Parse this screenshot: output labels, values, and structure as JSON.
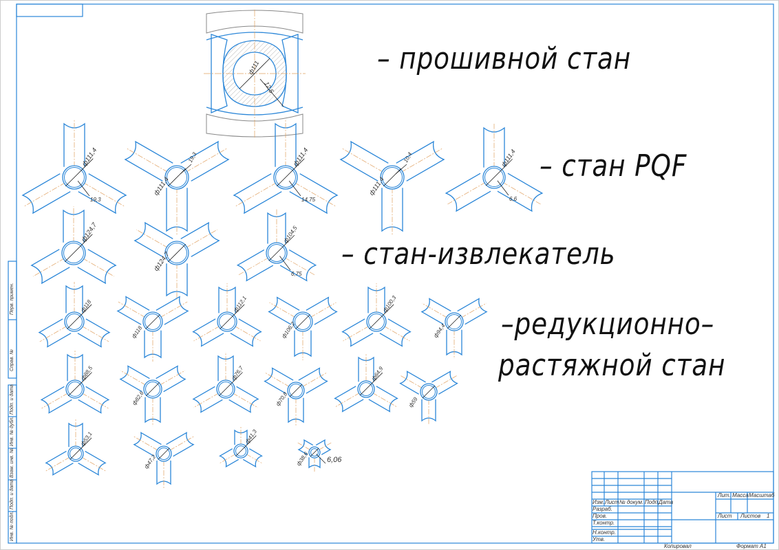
{
  "labels": {
    "piercing": "– прошивной стан",
    "pqf": "– стан PQF",
    "extractor": "– стан-извлекатель",
    "reducing_1": "–редукционно–",
    "reducing_2": "растяжной стан"
  },
  "colors": {
    "outline": "#2a86d8",
    "centerline": "#e0a060",
    "roll_gray": "#888888",
    "dimension": "#222222"
  },
  "piercing_stand": {
    "diameter": "ф111",
    "wall": "12,5"
  },
  "stands": {
    "pqf": [
      {
        "dia": "ф111,4",
        "wall": "19,3"
      },
      {
        "dia": "ф111,4",
        "wall": "19,3"
      },
      {
        "dia": "ф111,4",
        "wall": "14,75"
      },
      {
        "dia": "ф111,4",
        "wall": "10,4"
      },
      {
        "dia": "ф111,4",
        "wall": "6,6"
      }
    ],
    "extractor": [
      {
        "dia": "ф124,7"
      },
      {
        "dia": "ф124,7"
      },
      {
        "dia": "ф104,5",
        "wall": "6,75"
      }
    ],
    "reducing": [
      {
        "dia": "ф118"
      },
      {
        "dia": "ф118"
      },
      {
        "dia": "ф112,1"
      },
      {
        "dia": "ф106,2"
      },
      {
        "dia": "ф100,3"
      },
      {
        "dia": "ф94,4"
      },
      {
        "dia": "ф88,5"
      },
      {
        "dia": "ф82,6"
      },
      {
        "dia": "ф76,7"
      },
      {
        "dia": "ф70,8"
      },
      {
        "dia": "ф64,9"
      },
      {
        "dia": "ф59"
      },
      {
        "dia": "ф53,1"
      },
      {
        "dia": "ф47,2"
      },
      {
        "dia": "ф41,3"
      },
      {
        "dia": "ф38,6",
        "wall": "6,06"
      }
    ]
  },
  "title_block": {
    "izm": "Изм.",
    "list": "Лист",
    "doc": "№ докум.",
    "podp": "Подп.",
    "data": "Дата",
    "razrab": "Разраб.",
    "prov": "Пров.",
    "tkontr": "Т.контр.",
    "nkontr": "Н.контр.",
    "utv": "Утв.",
    "lit": "Лит.",
    "massa": "Масса",
    "masshtab": "Масштаб",
    "sheet": "Лист",
    "sheets": "Листов",
    "sheets_count": "1",
    "copied": "Копировал",
    "format": "Формат",
    "format_value": "A1"
  },
  "side_strip": [
    "Инв. № подл.",
    "Подп. и дата",
    "Взам. инв. №",
    "Инв. № дубл.",
    "Подп. и дата",
    "Справ. №",
    "Перв. примен."
  ]
}
